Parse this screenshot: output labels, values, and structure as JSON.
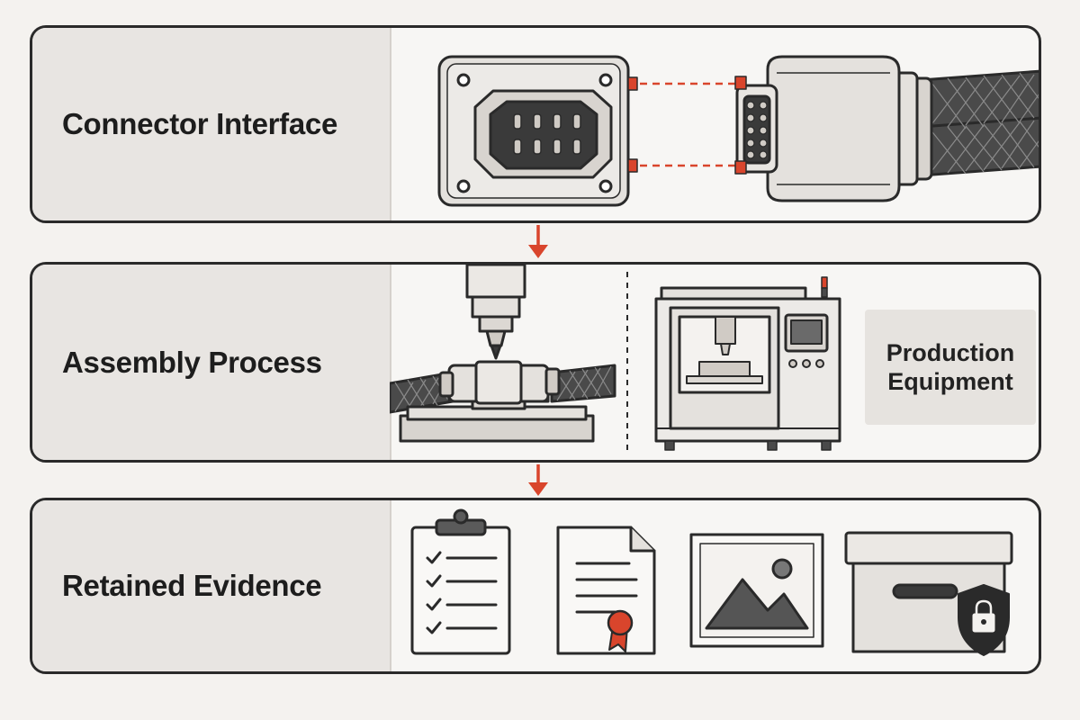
{
  "panels": {
    "connector": {
      "label": "Connector Interface"
    },
    "assembly": {
      "label": "Assembly Process",
      "equipment_label": "Production\nEquipment"
    },
    "evidence": {
      "label": "Retained Evidence"
    }
  },
  "colors": {
    "accent": "#d9452c",
    "outline": "#2a2a2a",
    "panel_label_bg": "#e8e5e2",
    "part_fill": "#e4e1dd"
  },
  "icons": [
    "flange-receptacle-icon",
    "plug-connector-icon",
    "press-tool-icon",
    "production-machine-icon",
    "checklist-clipboard-icon",
    "certificate-document-icon",
    "image-photo-icon",
    "archive-box-lock-icon"
  ]
}
